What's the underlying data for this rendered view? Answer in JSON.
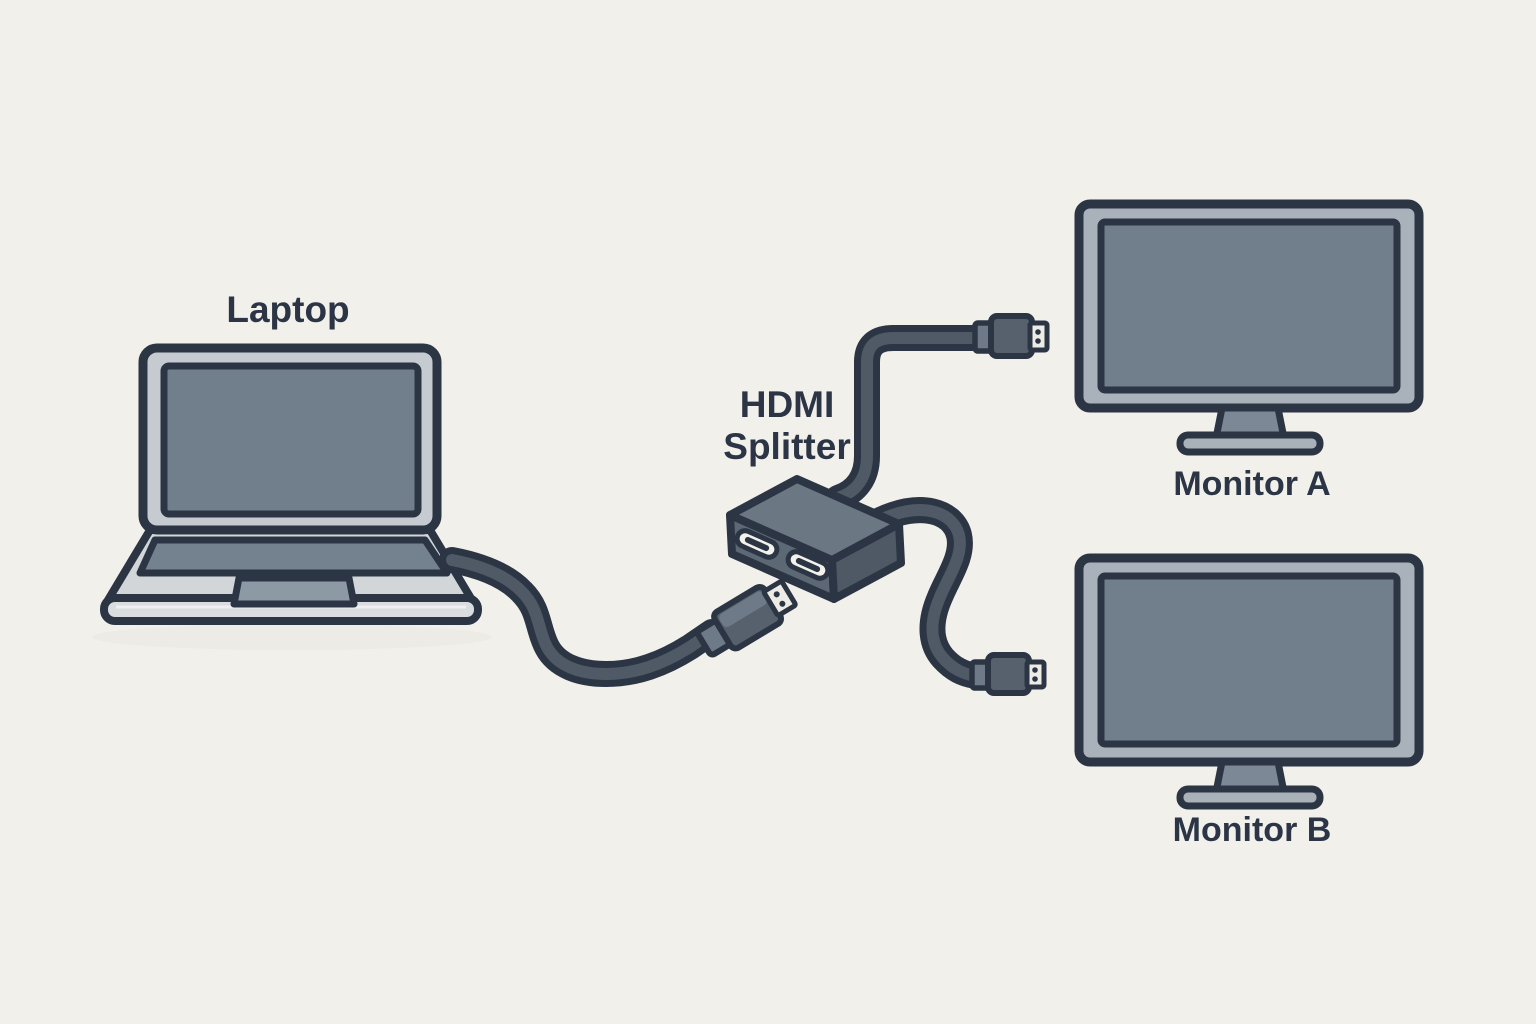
{
  "colors": {
    "background": "#F2F0EB",
    "outline": "#2B3544",
    "label_text": "#2B3546",
    "screen_fill": "#717E8C",
    "laptop_lid": "#C6CBD1",
    "laptop_deck": "#D2D6D9",
    "keyboard_fill": "#74818F",
    "monitor_bezel": "#A9B1BA",
    "splitter_top": "#6C7784",
    "splitter_front": "#5D6875",
    "splitter_side": "#4E5965",
    "cable_core": "#4F5A66",
    "plug_body": "#57616E",
    "plug_tip": "#EDEBE6",
    "port_face": "#F3F1EC"
  },
  "labels": {
    "laptop": "Laptop",
    "splitter_line1": "HDMI",
    "splitter_line2": "Splitter",
    "monitor_a": "Monitor A",
    "monitor_b": "Monitor B"
  },
  "connections": [
    {
      "from": "Laptop",
      "to": "HDMI Splitter"
    },
    {
      "from": "HDMI Splitter",
      "to": "Monitor A"
    },
    {
      "from": "HDMI Splitter",
      "to": "Monitor B"
    }
  ]
}
